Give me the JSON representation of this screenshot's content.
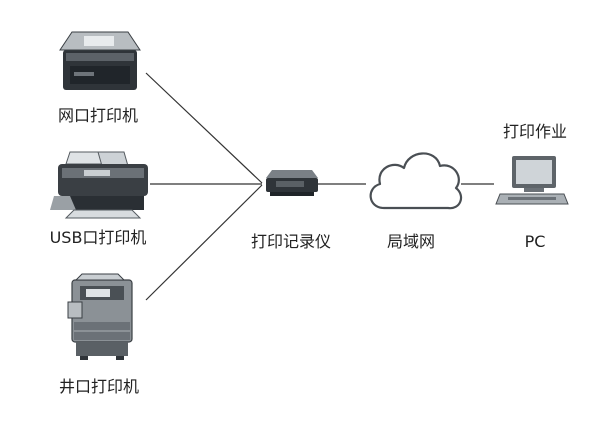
{
  "devices": {
    "network_printer": "网口打印机",
    "usb_printer": "USB口打印机",
    "parallel_printer": "井口打印机",
    "recorder": "打印记录仪",
    "lan": "局域网",
    "pc_job": "打印作业",
    "pc": "PC"
  },
  "colors": {
    "line": "#333333",
    "device_dark": "#3a3f44",
    "device_mid": "#7a8086",
    "device_light": "#c9ced2",
    "cloud_stroke": "#4a4f54"
  },
  "icons": {
    "network_printer": "network-printer-icon",
    "usb_printer": "usb-printer-icon",
    "parallel_printer": "parallel-printer-icon",
    "recorder": "print-recorder-icon",
    "lan": "cloud-icon",
    "pc": "pc-icon"
  }
}
